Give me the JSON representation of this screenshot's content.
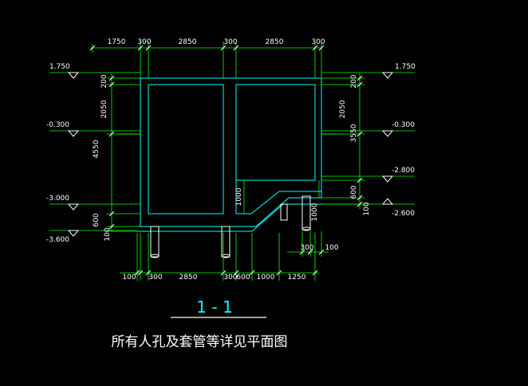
{
  "drawing": {
    "title": "1 - 1",
    "note": "所有人孔及套管等详见平面图",
    "colors": {
      "background": "#000000",
      "dimension_line": "#00ff00",
      "structure": "#00ffff",
      "text": "#ffffff",
      "pipe": "#ffffff"
    },
    "dims_top": [
      "1750",
      "300",
      "2850",
      "300",
      "2850",
      "300"
    ],
    "dims_bottom": [
      "100",
      "300",
      "2850",
      "300",
      "600",
      "1000",
      "1250"
    ],
    "dims_left": [
      "200",
      "2050",
      "4550",
      "600",
      "100"
    ],
    "dims_right": [
      "200",
      "2050",
      "3550",
      "600",
      "100"
    ],
    "dims_inner": [
      "1000",
      "1000"
    ],
    "dims_pipe": [
      "300",
      "100"
    ],
    "elevations_left": [
      "1.750",
      "-0.300",
      "-3.000",
      "-3.600"
    ],
    "elevations_right": [
      "1.750",
      "-0.300",
      "-2.800",
      "-2.600"
    ]
  }
}
